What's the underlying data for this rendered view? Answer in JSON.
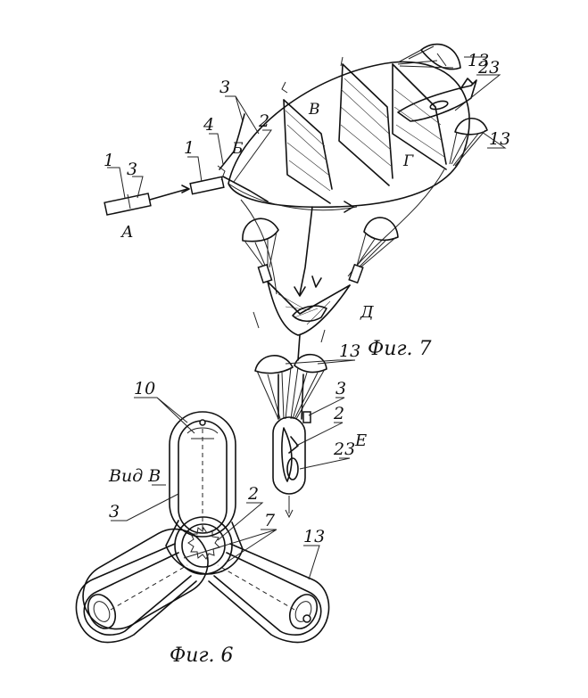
{
  "colors": {
    "ink": "#111111",
    "paper": "#ffffff"
  },
  "fig7": {
    "caption": "Фиг. 7",
    "stages": {
      "a": "А",
      "b": "Б",
      "v": "В",
      "g": "Г",
      "d": "Д",
      "e": "Е"
    },
    "labels": {
      "n1_left": "1",
      "n3_left": "3",
      "n1_mid": "1",
      "n4": "4",
      "n3_top": "3",
      "n2_top": "2",
      "n13_top": "13",
      "n23_top": "23",
      "n13_right": "13",
      "n13_bottom": "13",
      "n3_bottom": "3",
      "n2_bottom": "2",
      "n23_bottom": "23"
    }
  },
  "fig6": {
    "caption": "Фиг. 6",
    "view_label": "Вид В",
    "labels": {
      "n10": "10",
      "n3": "3",
      "n2": "2",
      "n7": "7",
      "n13": "13"
    }
  }
}
